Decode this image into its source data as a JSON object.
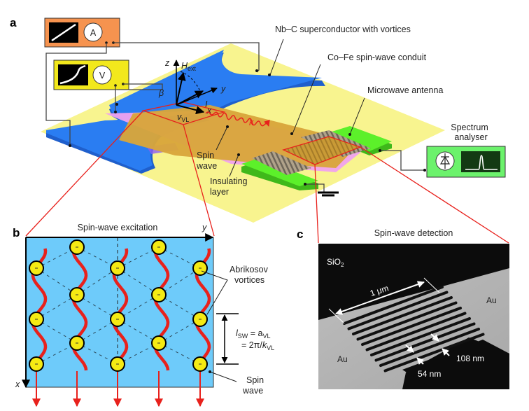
{
  "figure": {
    "panel_labels": {
      "a": "a",
      "b": "b",
      "c": "c"
    },
    "panel_a": {
      "instruments": {
        "ammeter": {
          "symbol": "A",
          "color": "#f6934f"
        },
        "voltmeter": {
          "symbol": "V",
          "color": "#f2e81c"
        },
        "spectrum_analyser": {
          "label_line1": "Spectrum",
          "label_line2": "analyser",
          "color": "#6cf26c"
        }
      },
      "labels": {
        "superconductor": "Nb–C superconductor with vortices",
        "conduit": "Co–Fe spin-wave conduit",
        "antenna": "Microwave antenna",
        "spin_wave_line1": "Spin",
        "spin_wave_line2": "wave",
        "insulating_line1": "Insulating",
        "insulating_line2": "layer"
      },
      "axes": {
        "z": "z",
        "y": "y",
        "x": "x",
        "H": "H",
        "H_sub": "ext",
        "beta": "β",
        "I": "I",
        "v": "v",
        "v_sub": "VL",
        "k": "k"
      },
      "colors": {
        "substrate": "#f8f48f",
        "superconductor": "#2a7df2",
        "conduit": "#d9a53a",
        "insulator": "#f0a2ee",
        "antenna": "#5cf02a",
        "highlight": "#e8211c"
      }
    },
    "panel_b": {
      "title": "Spin-wave excitation",
      "axis_y": "y",
      "axis_x": "x",
      "vortices_line1": "Abrikosov",
      "vortices_line2": "vortices",
      "formula_l": "l",
      "formula_l_sub": "SW",
      "formula_eq1": " = a",
      "formula_a_sub": "VL",
      "formula_eq2": "= 2π/",
      "formula_k": "k",
      "formula_k_sub": "VL",
      "spin_wave_line1": "Spin",
      "spin_wave_line2": "wave",
      "colors": {
        "background": "#6ecbfa",
        "vortex": "#f5ea13",
        "wave": "#e8211c"
      }
    },
    "panel_c": {
      "title": "Spin-wave detection",
      "substrate": "SiO",
      "substrate_sub": "2",
      "metal_left": "Au",
      "metal_right": "Au",
      "scale_length": "1 μm",
      "width_1": "108 nm",
      "width_2": "54 nm"
    }
  }
}
